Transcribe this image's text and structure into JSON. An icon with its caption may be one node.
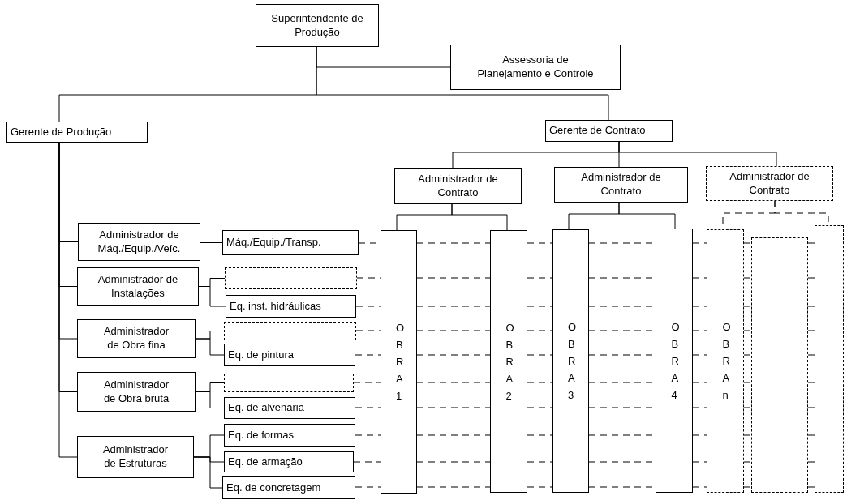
{
  "diagram": {
    "nodes": [
      {
        "text": [
          "Superintendente de Produção"
        ]
      },
      {
        "text": [
          "Assessoria de Planejamento e Controle"
        ]
      },
      {
        "text": [
          "Gerente de Produção"
        ]
      },
      {
        "text": [
          "Gerente de Contrato"
        ]
      },
      {
        "text": [
          "Administrador de Contrato"
        ]
      },
      {
        "text": [
          "Administrador de Contrato"
        ]
      },
      {
        "text": [
          "Administrador de Contrato"
        ]
      },
      {
        "text": [
          "Administrador de Máq./Equip./Veíc."
        ]
      },
      {
        "text": [
          "Administrador de Instalações"
        ]
      },
      {
        "text": [
          "Administrador de Obra fina"
        ]
      },
      {
        "text": [
          "Administrador de Obra bruta"
        ]
      },
      {
        "text": [
          "Administrador de Estruturas"
        ]
      },
      {
        "text": [
          "Máq./Equip./Transp."
        ]
      },
      {
        "text": [],
        "shape": "box"
      },
      {
        "text": [
          "Eq. inst. hidráulicas"
        ]
      },
      {
        "text": [],
        "shape": "box"
      },
      {
        "text": [
          "Eq. de pintura"
        ]
      },
      {
        "text": [],
        "shape": "box"
      },
      {
        "text": [
          "Eq. de alvenaria"
        ]
      },
      {
        "text": [
          "Eq. de formas"
        ]
      },
      {
        "text": [
          "Eq. de armação"
        ]
      },
      {
        "text": [
          "Eq. de concretagem"
        ]
      },
      {
        "text": [
          "OBRA 1"
        ]
      },
      {
        "text": [
          "OBRA 2"
        ]
      },
      {
        "text": [
          "OBRA 3"
        ]
      },
      {
        "text": [
          "OBRA 4"
        ]
      },
      {
        "text": [
          "OBRA n"
        ]
      },
      {
        "text": [],
        "shape": "box"
      },
      {
        "text": [],
        "shape": "box"
      }
    ],
    "edges": [
      {
        "from": 0,
        "to": 1,
        "arrow": "none"
      },
      {
        "from": 0,
        "to": 2,
        "arrow": "none"
      },
      {
        "from": 0,
        "to": 3,
        "arrow": "none"
      },
      {
        "from": 3,
        "to": 4,
        "arrow": "none"
      },
      {
        "from": 3,
        "to": 5,
        "arrow": "none"
      },
      {
        "from": 3,
        "to": 6,
        "arrow": "none"
      },
      {
        "from": 4,
        "to": 22,
        "arrow": "none"
      },
      {
        "from": 4,
        "to": 23,
        "arrow": "none"
      },
      {
        "from": 5,
        "to": 24,
        "arrow": "none"
      },
      {
        "from": 5,
        "to": 25,
        "arrow": "none"
      },
      {
        "from": 6,
        "to": 26,
        "arrow": "none",
        "style": "dashed"
      },
      {
        "from": 6,
        "to": 28,
        "arrow": "none",
        "style": "dashed"
      },
      {
        "from": 2,
        "to": 7,
        "arrow": "none"
      },
      {
        "from": 2,
        "to": 8,
        "arrow": "none"
      },
      {
        "from": 2,
        "to": 9,
        "arrow": "none"
      },
      {
        "from": 2,
        "to": 10,
        "arrow": "none"
      },
      {
        "from": 2,
        "to": 11,
        "arrow": "none"
      },
      {
        "from": 7,
        "to": 12,
        "arrow": "none"
      },
      {
        "from": 8,
        "to": 13,
        "arrow": "none"
      },
      {
        "from": 8,
        "to": 14,
        "arrow": "none"
      },
      {
        "from": 9,
        "to": 15,
        "arrow": "none"
      },
      {
        "from": 9,
        "to": 16,
        "arrow": "none"
      },
      {
        "from": 10,
        "to": 17,
        "arrow": "none"
      },
      {
        "from": 10,
        "to": 18,
        "arrow": "none"
      },
      {
        "from": 11,
        "to": 19,
        "arrow": "none"
      },
      {
        "from": 11,
        "to": 20,
        "arrow": "none"
      },
      {
        "from": 11,
        "to": 21,
        "arrow": "none"
      },
      {
        "from": 12,
        "to": 22,
        "arrow": "none",
        "style": "dashed"
      },
      {
        "from": 22,
        "to": 23,
        "arrow": "none",
        "style": "dashed"
      },
      {
        "from": 23,
        "to": 24,
        "arrow": "none",
        "style": "dashed"
      },
      {
        "from": 24,
        "to": 25,
        "arrow": "none",
        "style": "dashed"
      },
      {
        "from": 25,
        "to": 26,
        "arrow": "none",
        "style": "dashed"
      },
      {
        "from": 26,
        "to": 27,
        "arrow": "none",
        "style": "dashed"
      },
      {
        "from": 27,
        "to": 28,
        "arrow": "none",
        "style": "dashed"
      },
      {
        "from": 13,
        "to": 22,
        "arrow": "none",
        "style": "dashed"
      },
      {
        "from": 22,
        "to": 23,
        "arrow": "none",
        "style": "dashed"
      },
      {
        "from": 23,
        "to": 24,
        "arrow": "none",
        "style": "dashed"
      },
      {
        "from": 24,
        "to": 25,
        "arrow": "none",
        "style": "dashed"
      },
      {
        "from": 25,
        "to": 26,
        "arrow": "none",
        "style": "dashed"
      },
      {
        "from": 26,
        "to": 27,
        "arrow": "none",
        "style": "dashed"
      },
      {
        "from": 27,
        "to": 28,
        "arrow": "none",
        "style": "dashed"
      },
      {
        "from": 14,
        "to": 22,
        "arrow": "none",
        "style": "dashed"
      },
      {
        "from": 22,
        "to": 23,
        "arrow": "none",
        "style": "dashed"
      },
      {
        "from": 23,
        "to": 24,
        "arrow": "none",
        "style": "dashed"
      },
      {
        "from": 24,
        "to": 25,
        "arrow": "none",
        "style": "dashed"
      },
      {
        "from": 25,
        "to": 26,
        "arrow": "none",
        "style": "dashed"
      },
      {
        "from": 26,
        "to": 27,
        "arrow": "none",
        "style": "dashed"
      },
      {
        "from": 27,
        "to": 28,
        "arrow": "none",
        "style": "dashed"
      },
      {
        "from": 15,
        "to": 22,
        "arrow": "none",
        "style": "dashed"
      },
      {
        "from": 22,
        "to": 23,
        "arrow": "none",
        "style": "dashed"
      },
      {
        "from": 23,
        "to": 24,
        "arrow": "none",
        "style": "dashed"
      },
      {
        "from": 24,
        "to": 25,
        "arrow": "none",
        "style": "dashed"
      },
      {
        "from": 25,
        "to": 26,
        "arrow": "none",
        "style": "dashed"
      },
      {
        "from": 26,
        "to": 27,
        "arrow": "none",
        "style": "dashed"
      },
      {
        "from": 27,
        "to": 28,
        "arrow": "none",
        "style": "dashed"
      },
      {
        "from": 16,
        "to": 22,
        "arrow": "none",
        "style": "dashed"
      },
      {
        "from": 22,
        "to": 23,
        "arrow": "none",
        "style": "dashed"
      },
      {
        "from": 23,
        "to": 24,
        "arrow": "none",
        "style": "dashed"
      },
      {
        "from": 24,
        "to": 25,
        "arrow": "none",
        "style": "dashed"
      },
      {
        "from": 25,
        "to": 26,
        "arrow": "none",
        "style": "dashed"
      },
      {
        "from": 26,
        "to": 27,
        "arrow": "none",
        "style": "dashed"
      },
      {
        "from": 27,
        "to": 28,
        "arrow": "none",
        "style": "dashed"
      },
      {
        "from": 17,
        "to": 22,
        "arrow": "none",
        "style": "dashed"
      },
      {
        "from": 22,
        "to": 23,
        "arrow": "none",
        "style": "dashed"
      },
      {
        "from": 23,
        "to": 24,
        "arrow": "none",
        "style": "dashed"
      },
      {
        "from": 24,
        "to": 25,
        "arrow": "none",
        "style": "dashed"
      },
      {
        "from": 25,
        "to": 26,
        "arrow": "none",
        "style": "dashed"
      },
      {
        "from": 26,
        "to": 27,
        "arrow": "none",
        "style": "dashed"
      },
      {
        "from": 27,
        "to": 28,
        "arrow": "none",
        "style": "dashed"
      },
      {
        "from": 18,
        "to": 22,
        "arrow": "none",
        "style": "dashed"
      },
      {
        "from": 22,
        "to": 23,
        "arrow": "none",
        "style": "dashed"
      },
      {
        "from": 23,
        "to": 24,
        "arrow": "none",
        "style": "dashed"
      },
      {
        "from": 24,
        "to": 25,
        "arrow": "none",
        "style": "dashed"
      },
      {
        "from": 25,
        "to": 26,
        "arrow": "none",
        "style": "dashed"
      },
      {
        "from": 26,
        "to": 27,
        "arrow": "none",
        "style": "dashed"
      },
      {
        "from": 27,
        "to": 28,
        "arrow": "none",
        "style": "dashed"
      },
      {
        "from": 19,
        "to": 22,
        "arrow": "none",
        "style": "dashed"
      },
      {
        "from": 22,
        "to": 23,
        "arrow": "none",
        "style": "dashed"
      },
      {
        "from": 23,
        "to": 24,
        "arrow": "none",
        "style": "dashed"
      },
      {
        "from": 24,
        "to": 25,
        "arrow": "none",
        "style": "dashed"
      },
      {
        "from": 25,
        "to": 26,
        "arrow": "none",
        "style": "dashed"
      },
      {
        "from": 26,
        "to": 27,
        "arrow": "none",
        "style": "dashed"
      },
      {
        "from": 27,
        "to": 28,
        "arrow": "none",
        "style": "dashed"
      },
      {
        "from": 20,
        "to": 22,
        "arrow": "none",
        "style": "dashed"
      },
      {
        "from": 22,
        "to": 23,
        "arrow": "none",
        "style": "dashed"
      },
      {
        "from": 23,
        "to": 24,
        "arrow": "none",
        "style": "dashed"
      },
      {
        "from": 24,
        "to": 25,
        "arrow": "none",
        "style": "dashed"
      },
      {
        "from": 25,
        "to": 26,
        "arrow": "none",
        "style": "dashed"
      },
      {
        "from": 26,
        "to": 27,
        "arrow": "none",
        "style": "dashed"
      },
      {
        "from": 27,
        "to": 28,
        "arrow": "none",
        "style": "dashed"
      },
      {
        "from": 21,
        "to": 22,
        "arrow": "none",
        "style": "dashed"
      },
      {
        "from": 22,
        "to": 23,
        "arrow": "none",
        "style": "dashed"
      },
      {
        "from": 23,
        "to": 24,
        "arrow": "none",
        "style": "dashed"
      },
      {
        "from": 24,
        "to": 25,
        "arrow": "none",
        "style": "dashed"
      },
      {
        "from": 25,
        "to": 26,
        "arrow": "none",
        "style": "dashed"
      },
      {
        "from": 26,
        "to": 27,
        "arrow": "none",
        "style": "dashed"
      },
      {
        "from": 27,
        "to": 28,
        "arrow": "none",
        "style": "dashed"
      }
    ]
  }
}
